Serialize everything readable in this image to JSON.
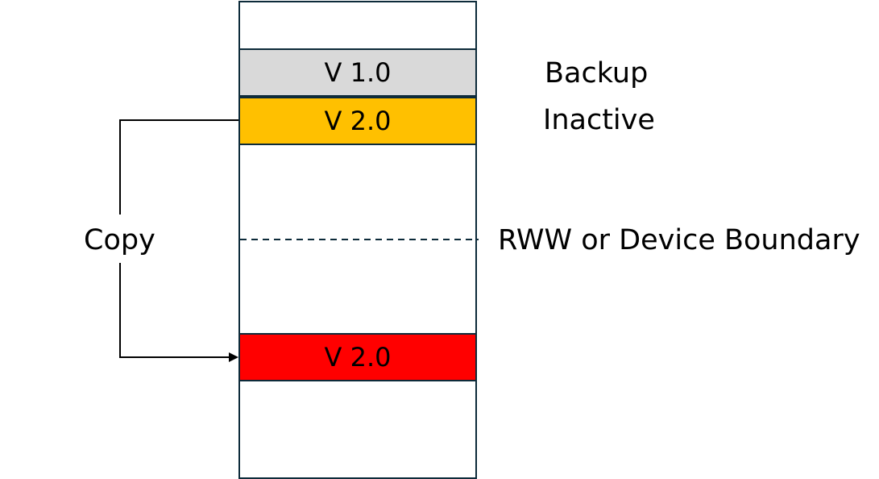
{
  "memory": {
    "blocks": [
      {
        "label": "V 1.0",
        "color": "#d9d9d9"
      },
      {
        "label": "V 2.0",
        "color": "#ffc000"
      },
      {
        "label": "V 2.0",
        "color": "#ff0000"
      }
    ]
  },
  "annotations": {
    "backup": "Backup",
    "inactive": "Inactive",
    "boundary": "RWW or Device Boundary",
    "copy": "Copy"
  },
  "colors": {
    "outline": "#0d2b3a",
    "arrow": "#000000"
  }
}
